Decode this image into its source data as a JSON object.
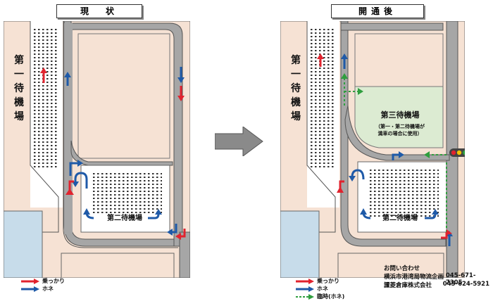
{
  "titles": {
    "current": "現　状",
    "after": "開通後"
  },
  "labels": {
    "lot1": "第一待機場",
    "lot2": "第二待機場",
    "lot3": "第三待機場",
    "lot3_note_line1": "（第一・第二待機場が",
    "lot3_note_line2": "満車の場合に使用）"
  },
  "legend_left": [
    {
      "label": "乗っかり",
      "color": "#e1232e"
    },
    {
      "label": "ホネ",
      "color": "#1f5aa8"
    }
  ],
  "legend_right": [
    {
      "label": "乗っかり",
      "color": "#e1232e"
    },
    {
      "label": "ホネ",
      "color": "#1f5aa8"
    },
    {
      "label": "臨時(ホネ)",
      "color": "#2f9e3e"
    }
  ],
  "contact": {
    "heading": "お問い合わせ",
    "org1": "横浜市港湾局物流企画課",
    "tel1": "045-671-7305",
    "org2": "三菱倉庫株式会社",
    "tel2": "045-624-5921"
  },
  "colors": {
    "red": "#e1232e",
    "blue": "#1f5aa8",
    "green": "#2f9e3e",
    "road": "#a6a6a6",
    "land": "#f6e2d4",
    "water": "#c7dcea",
    "lot3": "#dcebd2"
  }
}
